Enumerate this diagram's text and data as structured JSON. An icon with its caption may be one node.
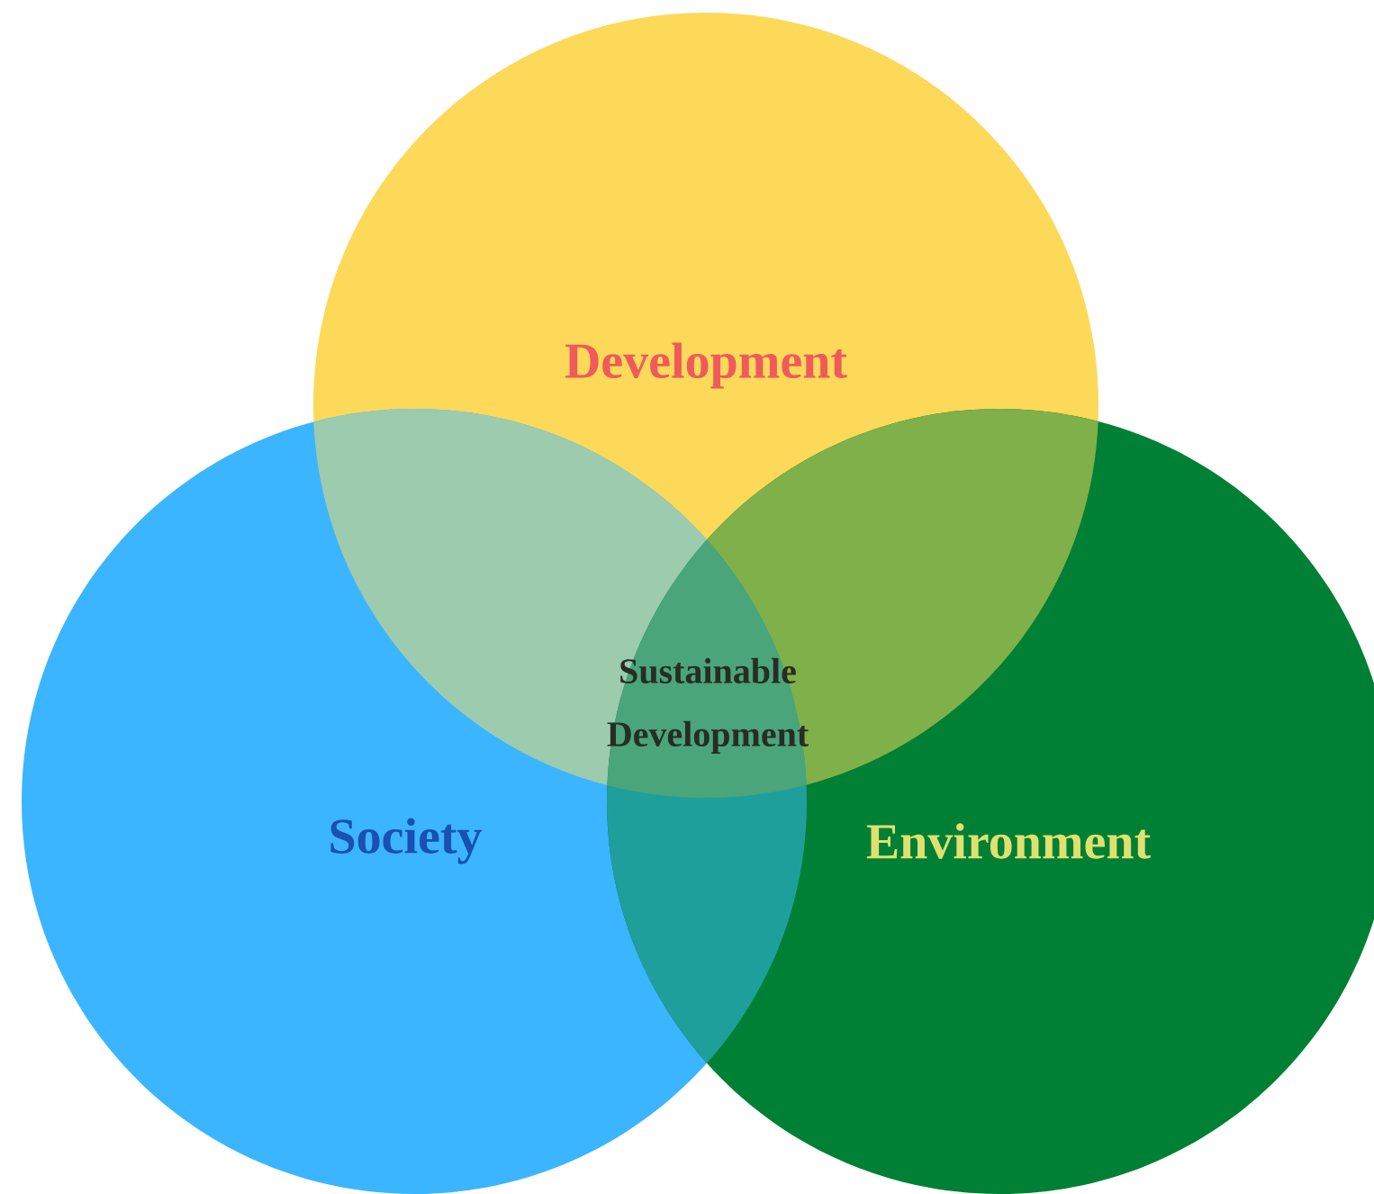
{
  "diagram": {
    "nodes": [
      {
        "text": [
          "Development"
        ]
      },
      {
        "text": [
          "Society"
        ]
      },
      {
        "text": [
          "Environment"
        ]
      }
    ],
    "labels": [
      "Sustainable Development"
    ]
  }
}
